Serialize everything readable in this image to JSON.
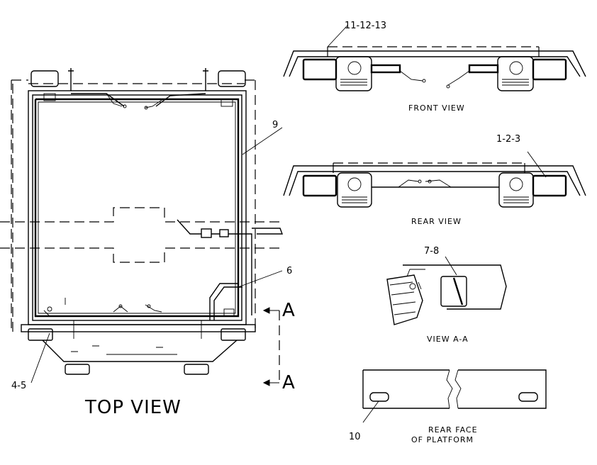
{
  "views": {
    "top": "TOP VIEW",
    "front": "FRONT VIEW",
    "rear": "REAR VIEW",
    "section": "VIEW A-A",
    "platform_line1": "REAR FACE",
    "platform_line2": "OF PLATFORM"
  },
  "callouts": {
    "c_11_12_13": "11-12-13",
    "c_1_2_3": "1-2-3",
    "c_9": "9",
    "c_7_8": "7-8",
    "c_6": "6",
    "c_4_5": "4-5",
    "c_10": "10"
  },
  "section_marks": {
    "upper": "A",
    "lower": "A"
  }
}
